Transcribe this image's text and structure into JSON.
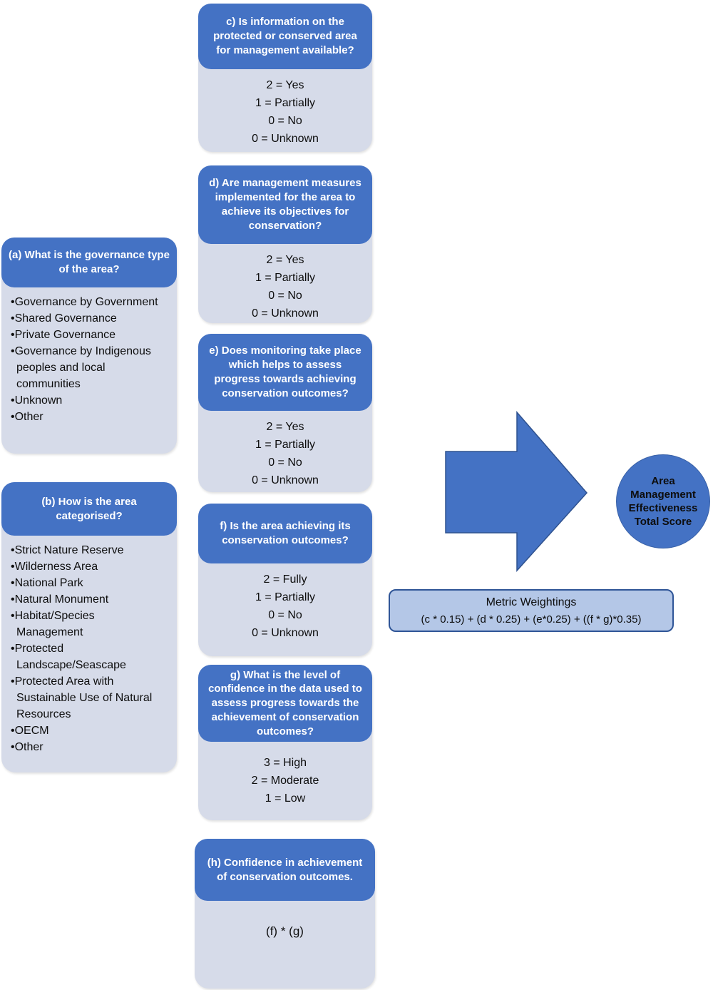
{
  "colors": {
    "header_blue": "#4472c4",
    "body_light": "#d6dbe9",
    "shape_fill": "#4472c4",
    "shape_border": "#2f528f",
    "weighting_fill": "#b4c7e7",
    "weighting_border": "#2f5597",
    "header_text": "#ffffff",
    "body_text": "#0d0d0d"
  },
  "boxes": {
    "a": {
      "title": "(a) What is the governance type of the area?",
      "items": [
        "Governance by Government",
        "Shared Governance",
        "Private Governance",
        "Governance by Indigenous peoples and local communities",
        "Unknown",
        "Other"
      ]
    },
    "b": {
      "title": "(b) How is the area categorised?",
      "items": [
        "Strict Nature Reserve",
        "Wilderness Area",
        "National Park",
        "Natural Monument",
        "Habitat/Species Management",
        "Protected Landscape/Seascape",
        "Protected Area with Sustainable Use of Natural Resources",
        "OECM",
        "Other"
      ]
    },
    "c": {
      "title": "c) Is information on the protected or conserved area for management available?",
      "options": [
        "2 = Yes",
        "1 = Partially",
        "0 = No",
        "0 = Unknown"
      ]
    },
    "d": {
      "title": "d) Are management measures implemented for the area to achieve its objectives for conservation?",
      "options": [
        "2 = Yes",
        "1 = Partially",
        "0 = No",
        "0 = Unknown"
      ]
    },
    "e": {
      "title": "e) Does monitoring take place which helps to assess progress towards achieving conservation outcomes?",
      "options": [
        "2 = Yes",
        "1 = Partially",
        "0 = No",
        "0 = Unknown"
      ]
    },
    "f": {
      "title": "f) Is the area achieving its conservation outcomes?",
      "options": [
        "2 = Fully",
        "1 = Partially",
        "0 = No",
        "0 = Unknown"
      ]
    },
    "g": {
      "title": "g) What is the level of confidence in the data used to assess progress towards the achievement of conservation outcomes?",
      "options": [
        "3 = High",
        "2 = Moderate",
        "1 = Low"
      ]
    },
    "h": {
      "title": "(h) Confidence in achievement of conservation outcomes.",
      "formula": "(f) * (g)"
    }
  },
  "result": {
    "label": "Area Management Effectiveness Total Score"
  },
  "weightings": {
    "title": "Metric Weightings",
    "formula": "(c * 0.15) + (d * 0.25) + (e*0.25) + ((f * g)*0.35)"
  }
}
